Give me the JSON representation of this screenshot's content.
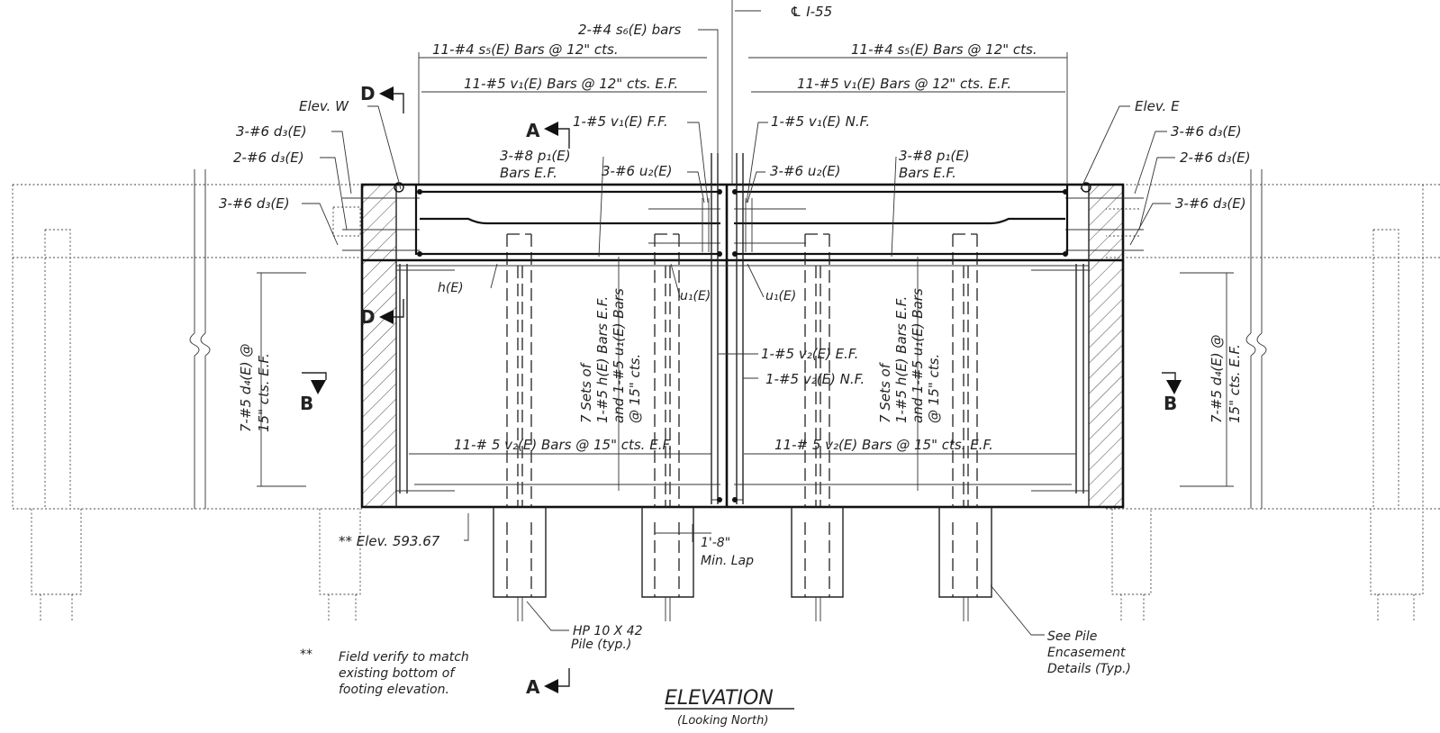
{
  "title": "ELEVATION",
  "subtitle": "(Looking North)",
  "centerline": "℄ I-55",
  "labels": {
    "s6_bars": "2-#4 s₆(E) bars",
    "s5_left": "11-#4 s₅(E) Bars @ 12\" cts.",
    "s5_right": "11-#4 s₅(E) Bars @ 12\" cts.",
    "v1_left": "11-#5 v₁(E) Bars @ 12\" cts. E.F.",
    "v1_right": "11-#5 v₁(E) Bars @ 12\" cts. E.F.",
    "elev_w": "Elev. W",
    "elev_e": "Elev. E",
    "v1_ff": "1-#5 v₁(E) F.F.",
    "v1_nf": "1-#5 v₁(E) N.F.",
    "d3_left_1": "3-#6 d₃(E)",
    "d3_left_2": "2-#6 d₃(E)",
    "d3_left_3": "3-#6 d₃(E)",
    "d3_right_1": "3-#6 d₃(E)",
    "d3_right_2": "2-#6 d₃(E)",
    "d3_right_3": "3-#6 d₃(E)",
    "p1_left_a": "3-#8 p₁(E)",
    "p1_left_b": "Bars E.F.",
    "p1_right_a": "3-#8 p₁(E)",
    "p1_right_b": "Bars E.F.",
    "u2_left": "3-#6 u₂(E)",
    "u2_right": "3-#6 u₂(E)",
    "h_e": "h(E)",
    "u1_left": "u₁(E)",
    "u1_right": "u₁(E)",
    "v2_ef": "1-#5 v₂(E) E.F.",
    "v2_nf": "1-#5 v₂(E) N.F.",
    "sets_l1": "7 Sets of",
    "sets_l2": "1-#5 h(E) Bars E.F.",
    "sets_l3": "and 1-#5 u₁(E) Bars",
    "sets_l4": "@ 15\" cts.",
    "d4_l1": "7-#5 d₄(E) @",
    "d4_l2": "15\" cts. E.F.",
    "v2_left": "11-# 5 v₂(E) Bars @ 15\" cts. E.F.",
    "v2_right": "11-# 5 v₂(E) Bars @ 15\" cts. E.F.",
    "elev_bottom": "** Elev. 593.67",
    "lap_dim": "1'-8\"",
    "lap_text": "Min. Lap",
    "pile": "HP 10 X 42",
    "pile_typ": "Pile (typ.)",
    "encase_1": "See Pile",
    "encase_2": "Encasement",
    "encase_3": "Details (Typ.)",
    "note_mark": "**",
    "note_1": "Field verify to match",
    "note_2": "existing bottom of",
    "note_3": "footing elevation."
  },
  "section_marks": {
    "A": "A",
    "B": "B",
    "D": "D"
  }
}
